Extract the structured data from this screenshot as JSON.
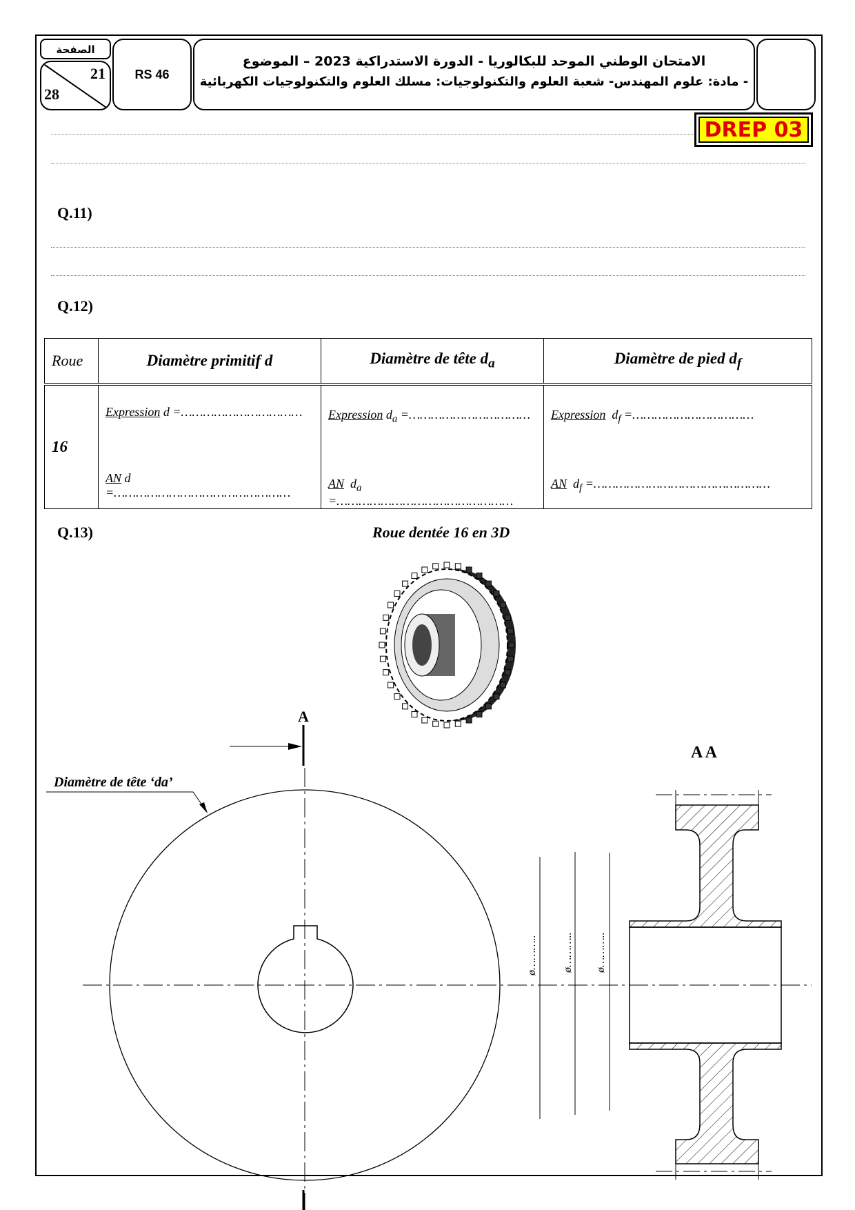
{
  "header": {
    "page_label": "الصفحة",
    "page_current": "21",
    "page_total": "28",
    "code": "RS 46",
    "title_line1": "الامتحان الوطني الموحد للبكالوريا - الدورة الاستدراكية 2023 – الموضوع",
    "title_line2": "- مادة: علوم المهندس- شعبة العلوم والتكنولوجيات: مسلك العلوم والتكنولوجيات الكهربائية",
    "drep": "DREP 03"
  },
  "questions": {
    "q11": "Q.11)",
    "q12": "Q.12)",
    "q13": "Q.13)"
  },
  "table": {
    "headers": [
      "Roue",
      "Diamètre primitif d",
      "Diamètre de tête d",
      "Diamètre de pied d"
    ],
    "header_subscripts": [
      "a",
      "f"
    ],
    "row_label": "16",
    "expression_label": "Expression",
    "an_label": "AN",
    "cells": {
      "d_expr": "d =……………………………",
      "da_expr": "d",
      "da_expr_rest": " =……………………………",
      "df_expr": "d",
      "df_expr_rest": " =……………………………",
      "d_an": "d =…………………………………………",
      "da_an": "d",
      "da_an_rest": " =…………………………………………",
      "df_an": "d",
      "df_an_rest": " =…………………………………………"
    }
  },
  "drawing": {
    "gear_caption": "Roue dentée 16 en 3D",
    "section_letter": "A",
    "section_title": "A A",
    "tip_diameter_label": "Diamètre de tête ‘da’",
    "dim_label": "ø……….."
  }
}
